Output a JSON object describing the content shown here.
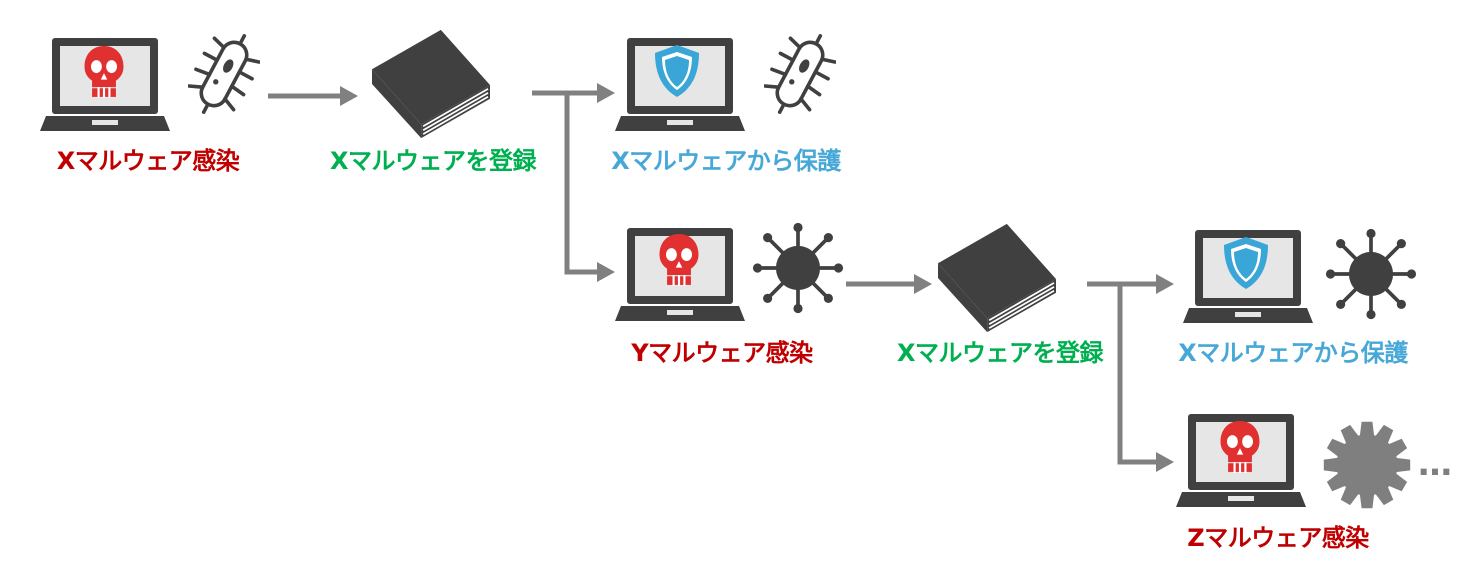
{
  "colors": {
    "infected": "#c00000",
    "register": "#00b050",
    "protected": "#47a8d8",
    "device": "#404040",
    "arrow": "#808080",
    "skull": "#e03030",
    "shield": "#3aa6d8"
  },
  "nodes": [
    {
      "id": "x-infection",
      "label": "Xマルウェア感染",
      "kind": "infected",
      "malware_icon": "bacteria-icon"
    },
    {
      "id": "x-register-1",
      "label": "Xマルウェアを登録",
      "kind": "register"
    },
    {
      "id": "x-protected-1",
      "label": "Xマルウェアから保護",
      "kind": "protected",
      "malware_icon": "bacteria-icon"
    },
    {
      "id": "y-infection",
      "label": "Yマルウェア感染",
      "kind": "infected",
      "malware_icon": "virus-icon"
    },
    {
      "id": "x-register-2",
      "label": "Xマルウェアを登録",
      "kind": "register"
    },
    {
      "id": "x-protected-2",
      "label": "Xマルウェアから保護",
      "kind": "protected",
      "malware_icon": "virus-icon"
    },
    {
      "id": "z-infection",
      "label": "Zマルウェア感染",
      "kind": "infected",
      "malware_icon": "gear-virus-icon"
    }
  ],
  "continuation": "…"
}
